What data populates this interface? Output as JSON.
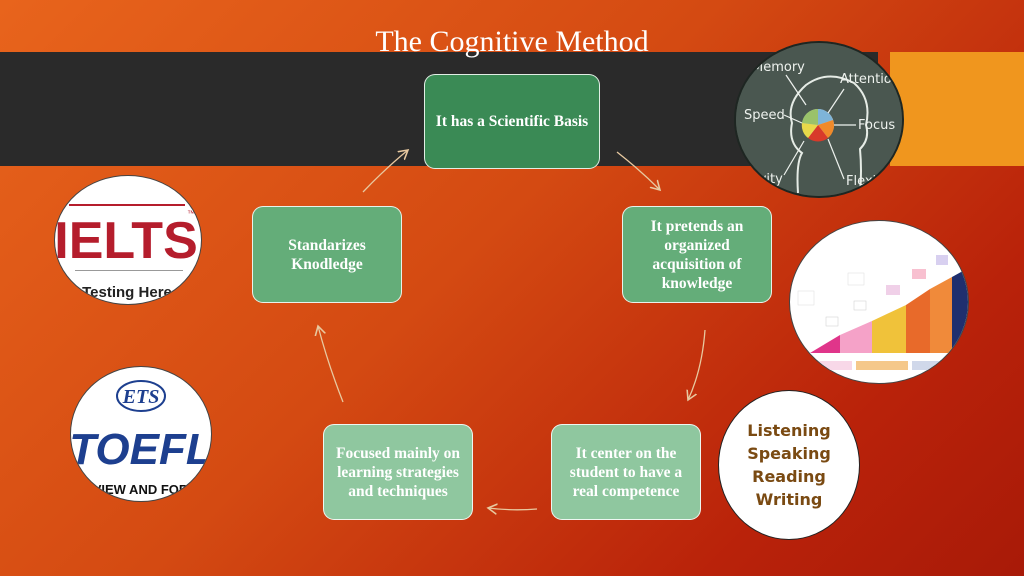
{
  "slide": {
    "title": "The Cognitive Method"
  },
  "cycle": {
    "nodes": [
      {
        "id": "scientific",
        "label": "It has a Scientific Basis"
      },
      {
        "id": "organized",
        "label": "It pretends an organized acquisition of knowledge"
      },
      {
        "id": "student",
        "label": "It center on the student to have a real competence"
      },
      {
        "id": "strategies",
        "label": "Focused mainly on learning strategies and techniques"
      },
      {
        "id": "standarizes",
        "label": "Standarizes Knodledge"
      }
    ]
  },
  "images": {
    "ielts": {
      "logo_text": "IELTS",
      "tagline": "Testing Here"
    },
    "toefl": {
      "ets_text": "ETS",
      "logo_text": "TOEFL",
      "tagline": "ERVIEW AND FORM"
    },
    "brain": {
      "words": [
        "Memory",
        "Attention",
        "Speed",
        "Focus",
        "tivity",
        "Flexi"
      ]
    },
    "skills": {
      "items": [
        "Listening",
        "Speaking",
        "Reading",
        "Writing"
      ]
    }
  },
  "colors": {
    "background": "#d44a12",
    "band": "#2a2a2a",
    "accent": "#f0961e",
    "node_dark": "#3a8a55",
    "node_light": "#8fc79f",
    "skills_text": "#7a4a12"
  }
}
